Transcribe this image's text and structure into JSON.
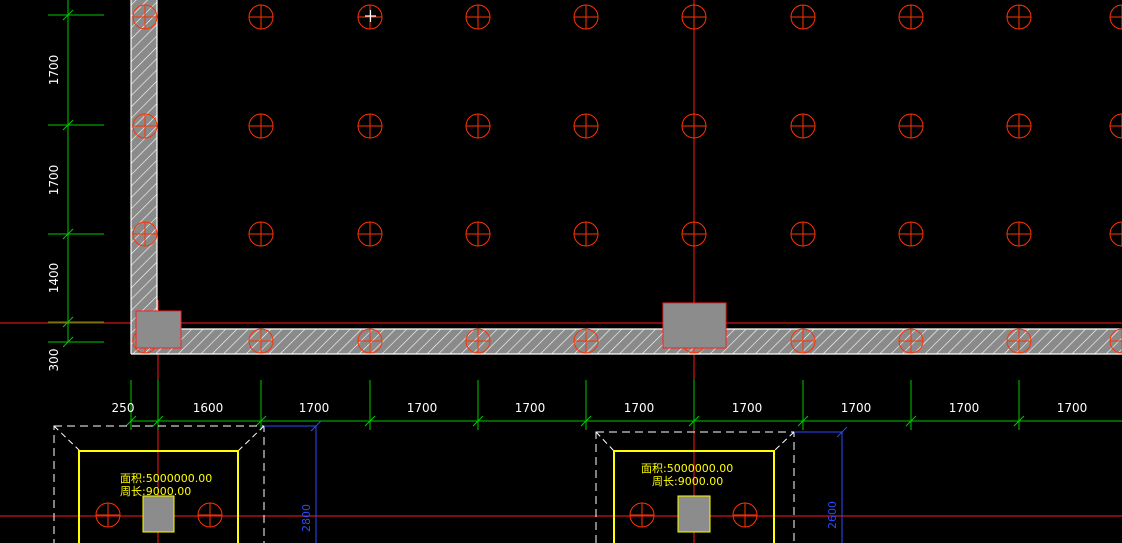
{
  "colors": {
    "background": "#000000",
    "pile": "#ff3300",
    "axis": "#ff1a1a",
    "dim": "#00c800",
    "dim_text": "#ffffff",
    "wall": "#8a8a8a",
    "wall_hatch": "#ffffff",
    "column_fill": "#8c8c8c",
    "column_edge": "#ff2020",
    "cap_outline": "#ffff00",
    "cap_text": "#ffff00",
    "extent_outline": "#ffffff",
    "blue_dim": "#2a4bff"
  },
  "left_dimensions": [
    "1700",
    "1700",
    "1400",
    "300"
  ],
  "bottom_dimensions": [
    "250",
    "1600",
    "1700",
    "1700",
    "1700",
    "1700",
    "1700",
    "1700",
    "1700",
    "1700"
  ],
  "pile_caps": [
    {
      "area_label": "面积:5000000.00",
      "perimeter_label": "周长:9000.00",
      "blue_dim": "2800"
    },
    {
      "area_label": "面积:5000000.00",
      "perimeter_label": "周长:9000.00",
      "blue_dim": "2600"
    }
  ]
}
